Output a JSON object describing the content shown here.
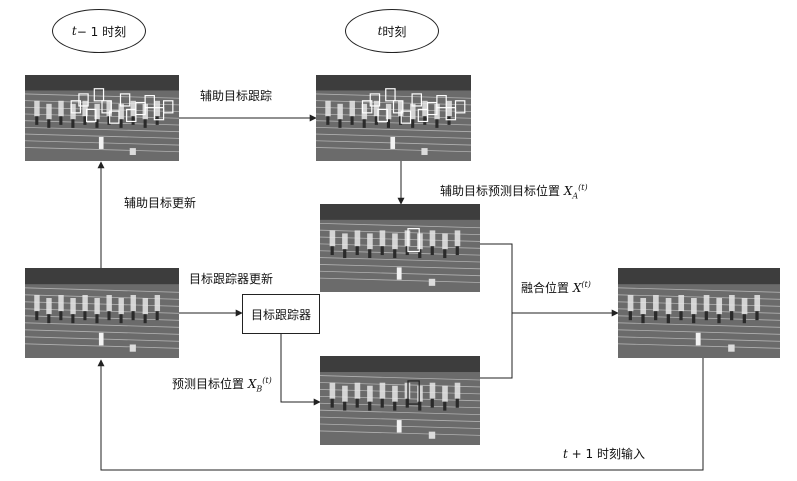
{
  "nodes": {
    "time_prev": {
      "label_var": "t",
      "label_rest": " − 1 时刻"
    },
    "time_now": {
      "label_var": "t",
      "label_rest": " 时刻"
    },
    "tracker": {
      "label": "目标跟踪器"
    }
  },
  "edges": {
    "aux_tracking": "辅助目标跟踪",
    "aux_update": "辅助目标更新",
    "tracker_update": "目标跟踪器更新",
    "aux_predict": {
      "text": "辅助目标预测目标位置",
      "var": "X",
      "sub": "A",
      "sup": "(t)"
    },
    "predict": {
      "text": "预测目标位置",
      "var": "X",
      "sub": "B",
      "sup": "(t)"
    },
    "fusion": {
      "text": "融合位置",
      "var": "X",
      "sup": "(t)"
    },
    "next_input": {
      "var": "t",
      "text": " + 1 时刻输入"
    }
  }
}
